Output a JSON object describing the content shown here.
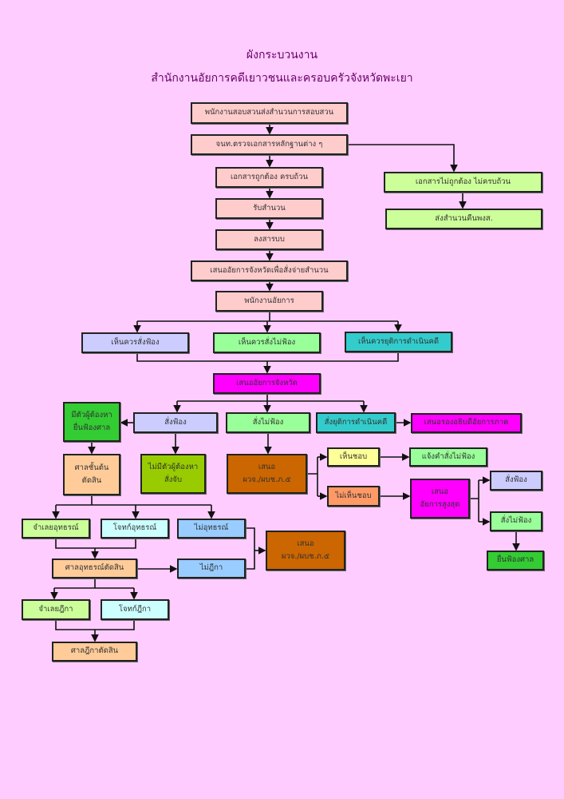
{
  "title": "ผังกระบวนงาน",
  "subtitle": "สำนักงานอัยการคดีเยาวชนและครอบครัวจังหวัดพะเยา",
  "nodes": {
    "investigator_send": "พนักงานสอบสวนส่งสำนวนการสอบสวน",
    "officer_check": "จนท.ตรวจเอกสารหลักฐานต่าง ๆ",
    "docs_complete": "เอกสารถูกต้อง ครบถ้วน",
    "receive_file": "รับสำนวน",
    "register": "ลงสารบบ",
    "propose_assign": "เสนออัยการจังหวัดเพื่อสั่งจ่ายสำนวน",
    "prosecutor": "พนักงานอัยการ",
    "docs_incomplete": "เอกสารไม่ถูกต้อง ไม่ครบถ้วน",
    "return_file": "ส่งสำนวนคืนพงส.",
    "opinion_prosecute": "เห็นควรสั่งฟ้อง",
    "opinion_not_prosecute": "เห็นควรสั่งไม่ฟ้อง",
    "opinion_terminate": "เห็นควรยุติการดำเนินคดี",
    "propose_provincial": "เสนออัยการจังหวัด",
    "has_suspect": "มีตัวผู้ต้องหา\nยื่นฟ้องศาล",
    "order_prosecute": "สั่งฟ้อง",
    "order_not_prosecute": "สั่งไม่ฟ้อง",
    "order_terminate": "สั่งยุติการดำเนินคดี",
    "propose_deputy": "เสนอรองอธิบดีอัยการภาค",
    "first_court": "ศาลชั้นต้น\nตัดสิน",
    "no_suspect": "ไม่มีตัวผู้ต้องหา\nสั่งจับ",
    "propose_governor_1": "เสนอ\nผวจ./ผบช.ภ.๕",
    "agree": "เห็นชอบ",
    "notify_not_prosecute": "แจ้งคำสั่งไม่ฟ้อง",
    "disagree": "ไม่เห็นชอบ",
    "propose_attorney_general": "เสนอ\nอัยการสูงสุด",
    "ag_prosecute": "สั่งฟ้อง",
    "ag_not_prosecute": "สั่งไม่ฟ้อง",
    "file_court": "ยื่นฟ้องศาล",
    "defendant_appeal": "จำเลยอุทธรณ์",
    "plaintiff_appeal": "โจทก์อุทธรณ์",
    "no_appeal": "ไม่อุทธรณ์",
    "appeal_court": "ศาลอุทธรณ์ตัดสิน",
    "no_dika": "ไม่ฎีกา",
    "propose_governor_2": "เสนอ\nผวจ./ผบช.ภ.๕",
    "defendant_dika": "จำเลยฎีกา",
    "plaintiff_dika": "โจทก์ฎีกา",
    "supreme_court": "ศาลฎีกาตัดสิน"
  },
  "colors": {
    "background": "#ffccff",
    "pink": "#ffcccc",
    "lime": "#ccff99",
    "lavender": "#ccccff",
    "light_green": "#99ff99",
    "teal": "#33cccc",
    "magenta": "#ff00ff",
    "green": "#33cc33",
    "peach": "#ffcc99",
    "olive": "#99cc00",
    "brown": "#cc6600",
    "yellow": "#ffff99",
    "orange": "#ff9966",
    "cyan": "#ccffff",
    "sky": "#99ccff"
  }
}
